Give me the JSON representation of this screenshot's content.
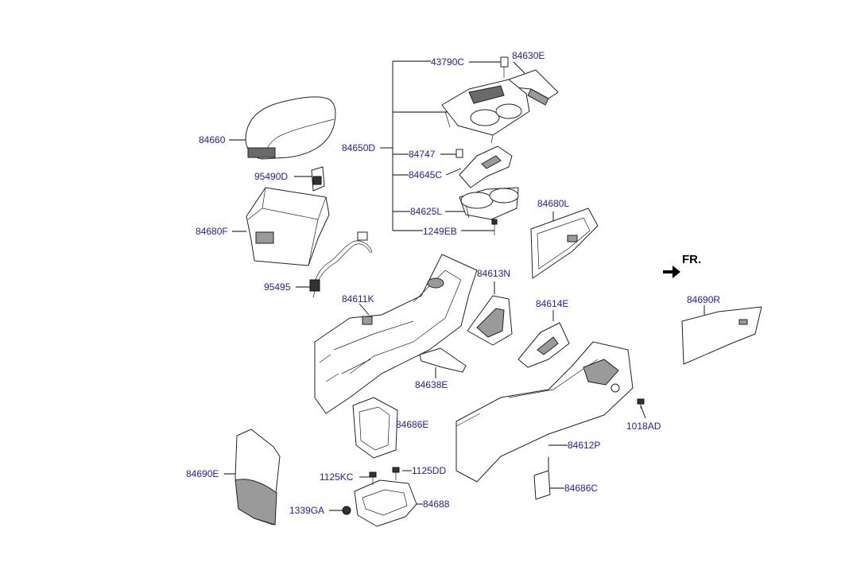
{
  "direction_marker": "FR.",
  "labels": {
    "p43790C": "43790C",
    "p84630E": "84630E",
    "p84660": "84660",
    "p84650D": "84650D",
    "p84747": "84747",
    "p95490D": "95490D",
    "p84645C": "84645C",
    "p84680F": "84680F",
    "p84625L": "84625L",
    "p84680L": "84680L",
    "p1249EB": "1249EB",
    "p95495": "95495",
    "p84613N": "84613N",
    "p84611K": "84611K",
    "p84614E": "84614E",
    "p84690R": "84690R",
    "p84638E": "84638E",
    "p84686E": "84686E",
    "p1018AD": "1018AD",
    "p84612P": "84612P",
    "p84690E": "84690E",
    "p1125KC": "1125KC",
    "p1125DD": "1125DD",
    "p84686C": "84686C",
    "p84688": "84688",
    "p1339GA": "1339GA"
  }
}
